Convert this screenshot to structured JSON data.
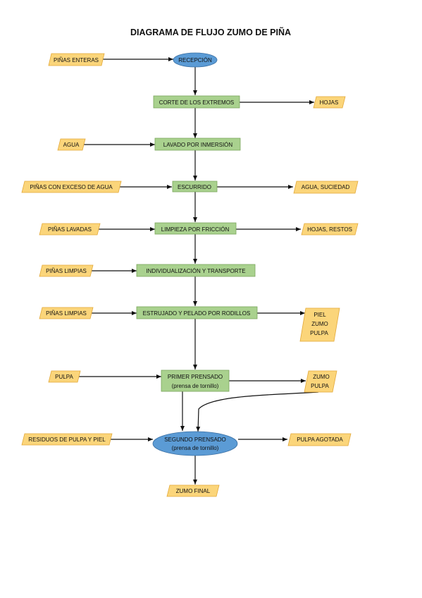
{
  "title": "DIAGRAMA DE FLUJO ZUMO DE PIÑA",
  "steps": {
    "recepcion": "RECEPCIÓN",
    "corte": "CORTE DE LOS EXTREMOS",
    "lavado": "LAVADO POR INMERSIÓN",
    "escurrido": "ESCURRIDO",
    "limpieza": "LIMPIEZA POR FRICCIÓN",
    "individualizacion": "INDIVIDUALIZACIÓN Y TRANSPORTE",
    "estrujado": "ESTRUJADO Y PELADO POR RODILLOS",
    "primer_prensado": "PRIMER PRENSADO",
    "primer_prensado_sub": "(prensa de tornillo)",
    "segundo_prensado": "SEGUNDO PRENSADO",
    "segundo_prensado_sub": "(prensa de tornillo)"
  },
  "inputs": {
    "pinas_enteras": "PIÑAS ENTERAS",
    "agua": "AGUA",
    "pinas_exceso": "PIÑAS CON EXCESO DE AGUA",
    "pinas_lavadas": "PIÑAS LAVADAS",
    "pinas_limpias_1": "PIÑAS LIMPIAS",
    "pinas_limpias_2": "PIÑAS LIMPIAS",
    "pulpa": "PULPA",
    "residuos": "RESIDUOS DE PULPA Y PIEL"
  },
  "outputs": {
    "hojas": "HOJAS",
    "agua_suciedad": "AGUA, SUCIEDAD",
    "hojas_restos": "HOJAS, RESTOS",
    "piel": "PIEL",
    "zumo_1": "ZUMO",
    "pulpa_1": "PULPA",
    "zumo_2": "ZUMO",
    "pulpa_2": "PULPA",
    "pulpa_agotada": "PULPA AGOTADA",
    "zumo_final": "ZUMO FINAL"
  },
  "colors": {
    "parallelogram_fill": "#fbd57a",
    "process_fill": "#a9d18e",
    "ellipse_fill": "#5b9bd5"
  }
}
